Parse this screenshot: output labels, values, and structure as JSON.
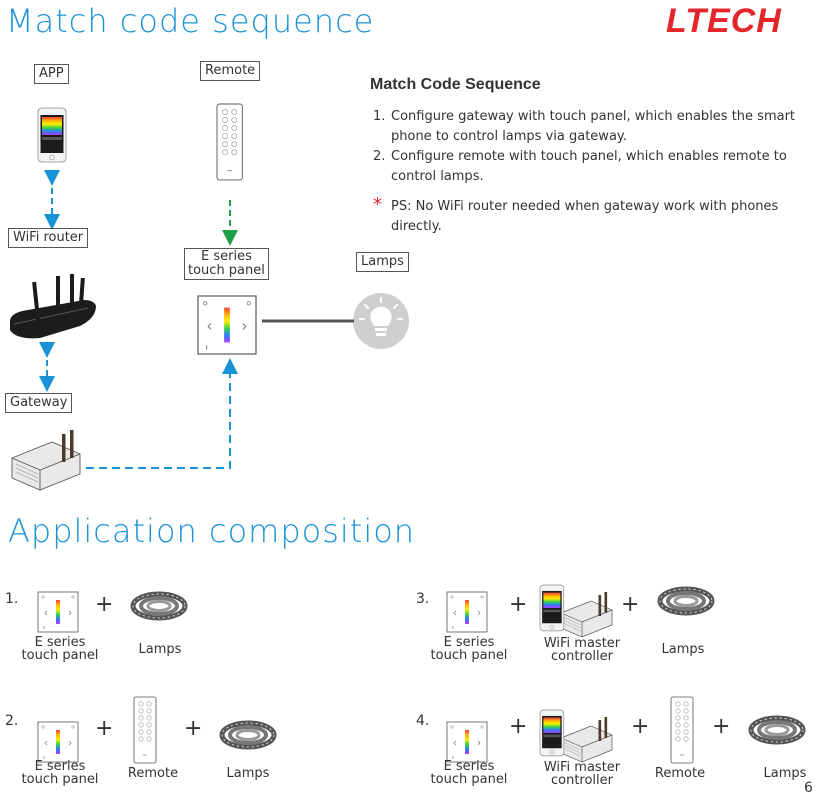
{
  "titles": {
    "match": "Match code sequence",
    "application": "Application composition",
    "logo": "LTECH"
  },
  "diagram": {
    "app": "APP",
    "remote": "Remote",
    "wifi_router": "WiFi router",
    "e_series_1": "E series",
    "e_series_2": "touch panel",
    "lamps": "Lamps",
    "gateway": "Gateway"
  },
  "sequence": {
    "title": "Match Code Sequence",
    "item1_num": "1.",
    "item1_line1": "Configure gateway with touch panel, which enables the smart",
    "item1_line2": "phone to control lamps via gateway.",
    "item2_num": "2.",
    "item2_line1": "Configure remote with touch panel, which enables remote to",
    "item2_line2": "control lamps.",
    "ps_mark": "*",
    "ps_line1": "PS: No WiFi router needed when gateway work with phones",
    "ps_line2": "directly."
  },
  "composition": {
    "n1": "1.",
    "n2": "2.",
    "n3": "3.",
    "n4": "4.",
    "plus": "+",
    "e_series_1": "E series",
    "e_series_2": "touch panel",
    "lamps": "Lamps",
    "remote": "Remote",
    "wifi_master_1": "WiFi master",
    "wifi_master_2": "controller"
  },
  "page_number": "6",
  "colors": {
    "accent": "#1a93d6",
    "logo": "#e3262c",
    "green_arrow": "#1f9e4b",
    "bulb": "#cfcfcf"
  }
}
